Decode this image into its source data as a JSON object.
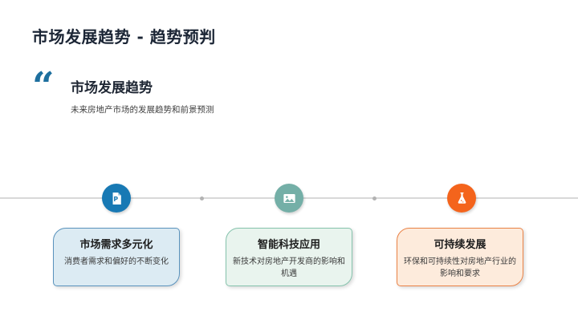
{
  "slide": {
    "title": "市场发展趋势 - 趋势预判",
    "section": {
      "quote_mark": "“",
      "heading": "市场发展趋势",
      "subtitle": "未来房地产市场的发展趋势和前景预测"
    },
    "colors": {
      "title_text": "#1b2535",
      "accent_blue": "#1d6f9e",
      "timeline_line": "#d8d8d8",
      "timeline_dot": "#b3b3b3"
    },
    "timeline": {
      "items": [
        {
          "icon": "document-p-icon",
          "icon_color": "#1879b4",
          "card_bg": "#dcebf3",
          "card_border": "#5a93bd",
          "title": "市场需求多元化",
          "body": "消费者需求和偏好的不断变化"
        },
        {
          "icon": "image-icon",
          "icon_color": "#74afa7",
          "card_bg": "#e9f4ee",
          "card_border": "#86c3ad",
          "title": "智能科技应用",
          "body": "新技术对房地产开发商的影响和机遇"
        },
        {
          "icon": "flask-icon",
          "icon_color": "#f4641c",
          "card_bg": "#fdebdc",
          "card_border": "#ea8246",
          "title": "可持续发展",
          "body": "环保和可持续性对房地产行业的影响和要求"
        }
      ]
    }
  }
}
